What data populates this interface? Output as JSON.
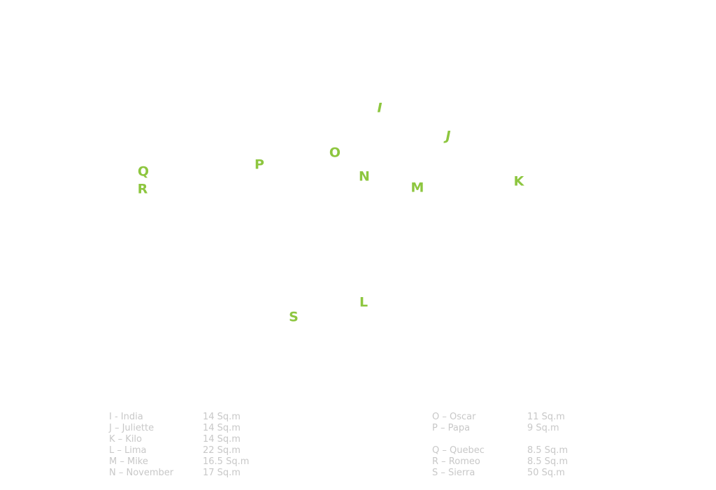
{
  "plan": {
    "markers": [
      {
        "id": "I",
        "label": "I"
      },
      {
        "id": "J",
        "label": "J"
      },
      {
        "id": "K",
        "label": "K"
      },
      {
        "id": "L",
        "label": "L"
      },
      {
        "id": "M",
        "label": "M"
      },
      {
        "id": "N",
        "label": "N"
      },
      {
        "id": "O",
        "label": "O"
      },
      {
        "id": "P",
        "label": "P"
      },
      {
        "id": "Q",
        "label": "Q"
      },
      {
        "id": "R",
        "label": "R"
      },
      {
        "id": "S",
        "label": "S"
      }
    ],
    "accent_color": "#8dc63f",
    "legend_text_color": "#c8c8c8"
  },
  "legend": {
    "left": [
      {
        "name": "I - India",
        "area": "14 Sq.m"
      },
      {
        "name": "J – Juliette",
        "area": "14 Sq.m"
      },
      {
        "name": "K – Kilo",
        "area": "14 Sq.m"
      },
      {
        "name": "L – Lima",
        "area": "22 Sq.m"
      },
      {
        "name": "M – Mike",
        "area": "16.5 Sq.m"
      },
      {
        "name": "N – November",
        "area": "17 Sq.m"
      }
    ],
    "right": [
      {
        "name": "O – Oscar",
        "area": "11 Sq.m"
      },
      {
        "name": "P – Papa",
        "area": "9 Sq.m"
      },
      {
        "name": "",
        "area": ""
      },
      {
        "name": "Q – Quebec",
        "area": "8.5 Sq.m"
      },
      {
        "name": "R – Romeo",
        "area": "8.5 Sq.m"
      },
      {
        "name": "S – Sierra",
        "area": "50 Sq.m"
      }
    ]
  }
}
